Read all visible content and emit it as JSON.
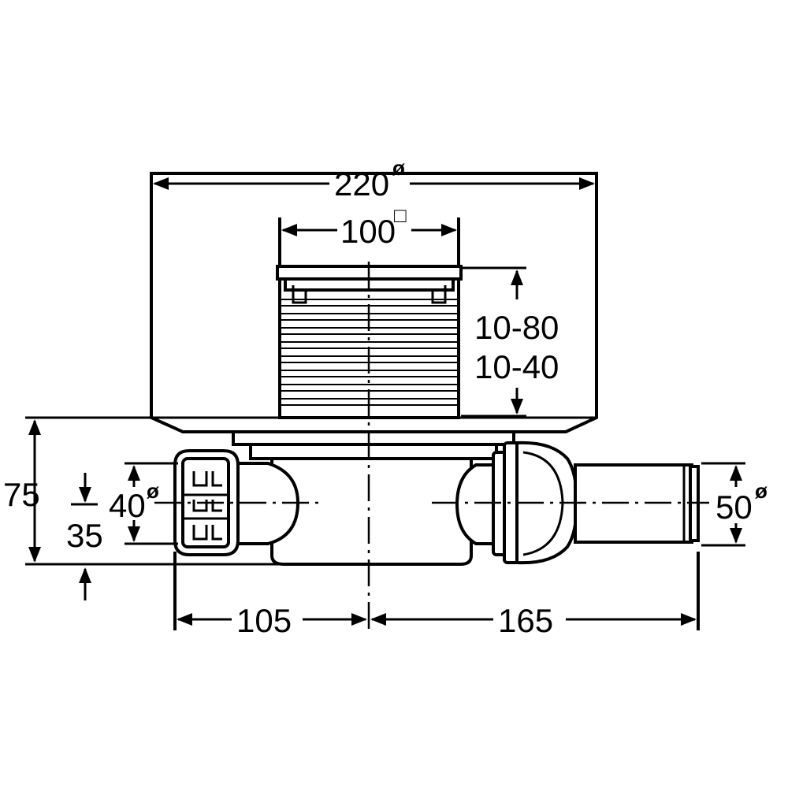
{
  "dimensions": {
    "outer_diameter": {
      "value": "220",
      "symbol": "ø"
    },
    "grate_size": {
      "value": "100",
      "symbol": "□"
    },
    "height_range_1": "10-80",
    "height_range_2": "10-40",
    "overall_height": "75",
    "outlet_height": "35",
    "inlet_diameter": {
      "value": "40",
      "symbol": "ø"
    },
    "outlet_diameter": {
      "value": "50",
      "symbol": "ø"
    },
    "left_length": "105",
    "right_length": "165"
  }
}
